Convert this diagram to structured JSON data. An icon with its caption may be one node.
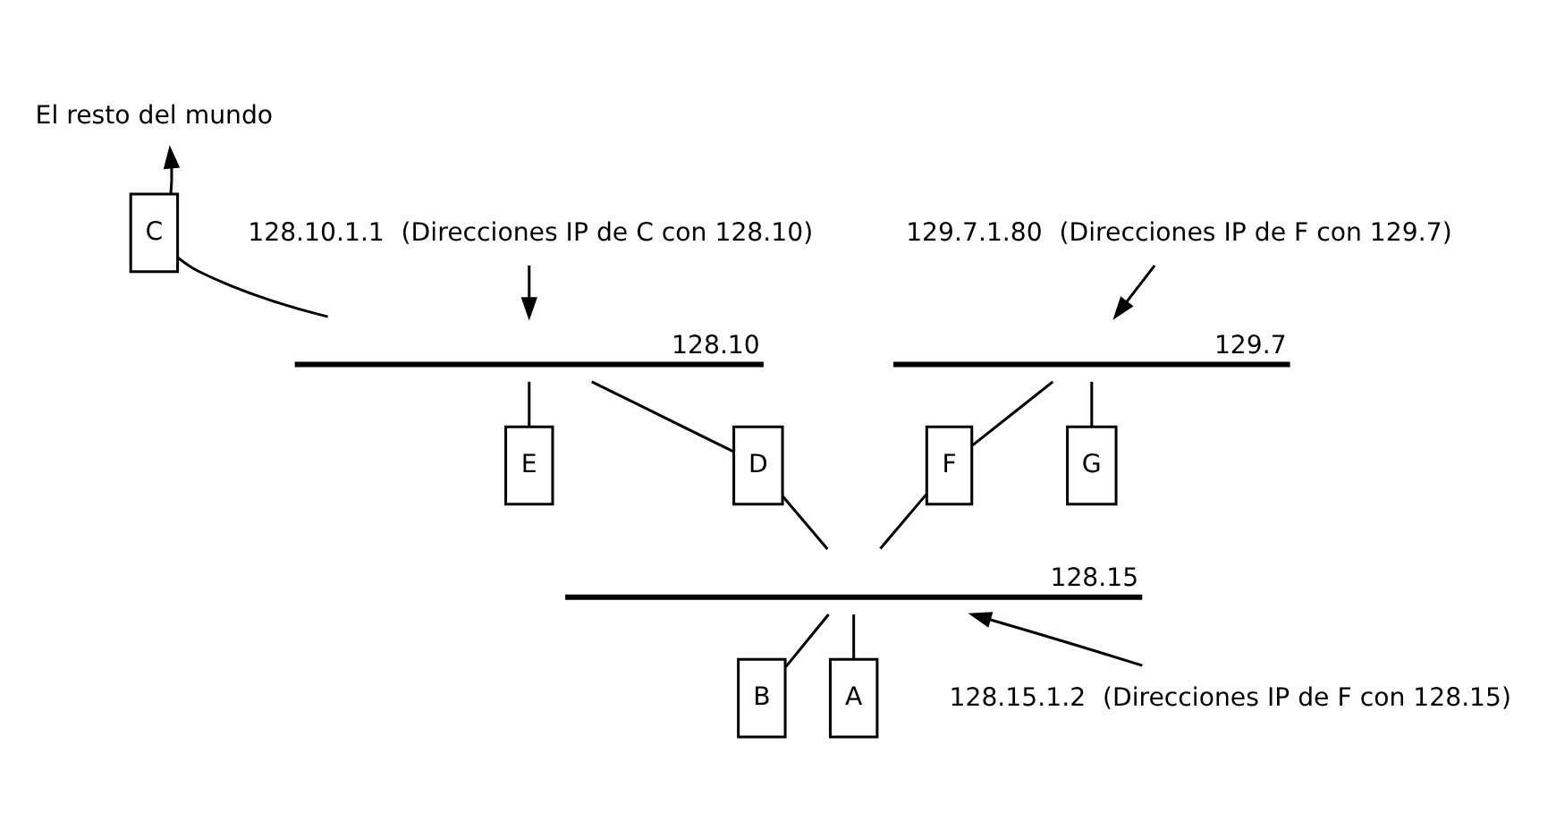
{
  "diagram": {
    "nodes": [
      {
        "text": [
          "El resto del mundo"
        ]
      },
      {
        "text": [
          "C"
        ]
      },
      {
        "text": [],
        "shape": "bar",
        "beside": [
          "128.10"
        ]
      },
      {
        "text": [
          "128.10.1.1"
        ],
        "beside": [
          "(Direcciones IP de C con 128.10)"
        ]
      },
      {
        "text": [
          "E"
        ]
      },
      {
        "text": [
          "D"
        ]
      },
      {
        "text": [],
        "shape": "bar",
        "beside": [
          "129.7"
        ]
      },
      {
        "text": [
          "129.7.1.80"
        ],
        "beside": [
          "(Direcciones IP de F con 129.7)"
        ]
      },
      {
        "text": [
          "F"
        ]
      },
      {
        "text": [
          "G"
        ]
      },
      {
        "text": [],
        "shape": "bar",
        "beside": [
          "128.15"
        ]
      },
      {
        "text": [
          "B"
        ]
      },
      {
        "text": [
          "A"
        ]
      },
      {
        "text": [
          "128.15.1.2"
        ],
        "beside": [
          "(Direcciones IP de F con 128.15)"
        ]
      }
    ],
    "edges": [
      {
        "from": 1,
        "to": 0,
        "arrow": "to"
      },
      {
        "from": 1,
        "to": 2,
        "arrow": "none"
      },
      {
        "from": 3,
        "to": 2,
        "arrow": "to"
      },
      {
        "from": 2,
        "to": 4,
        "arrow": "none"
      },
      {
        "from": 2,
        "to": 5,
        "arrow": "none"
      },
      {
        "from": 7,
        "to": 6,
        "arrow": "to"
      },
      {
        "from": 6,
        "to": 8,
        "arrow": "none"
      },
      {
        "from": 6,
        "to": 9,
        "arrow": "none"
      },
      {
        "from": 5,
        "to": 10,
        "arrow": "none"
      },
      {
        "from": 8,
        "to": 10,
        "arrow": "none"
      },
      {
        "from": 10,
        "to": 11,
        "arrow": "none"
      },
      {
        "from": 10,
        "to": 12,
        "arrow": "none"
      },
      {
        "from": 13,
        "to": 10,
        "arrow": "to"
      }
    ]
  }
}
